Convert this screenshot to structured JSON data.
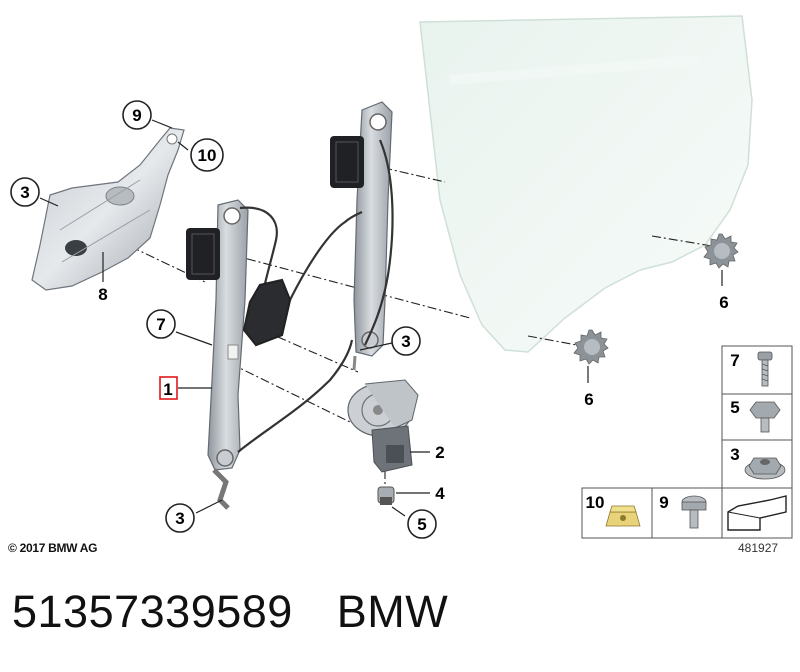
{
  "diagram": {
    "callouts": {
      "c9": "9",
      "c10": "10",
      "c3a": "3",
      "c8": "8",
      "c7": "7",
      "c1": "1",
      "c3b": "3",
      "c2": "2",
      "c4": "4",
      "c5": "5",
      "c3c": "3",
      "c6a": "6",
      "c6b": "6"
    },
    "legend": {
      "r7": "7",
      "r5": "5",
      "r3": "3",
      "b10": "10",
      "b9": "9"
    },
    "highlight_color": "#e0181c"
  },
  "footer": {
    "copyright": "© 2017 BMW AG",
    "diagram_id": "481927"
  },
  "caption": {
    "part_number": "51357339589",
    "brand": "BMW"
  }
}
